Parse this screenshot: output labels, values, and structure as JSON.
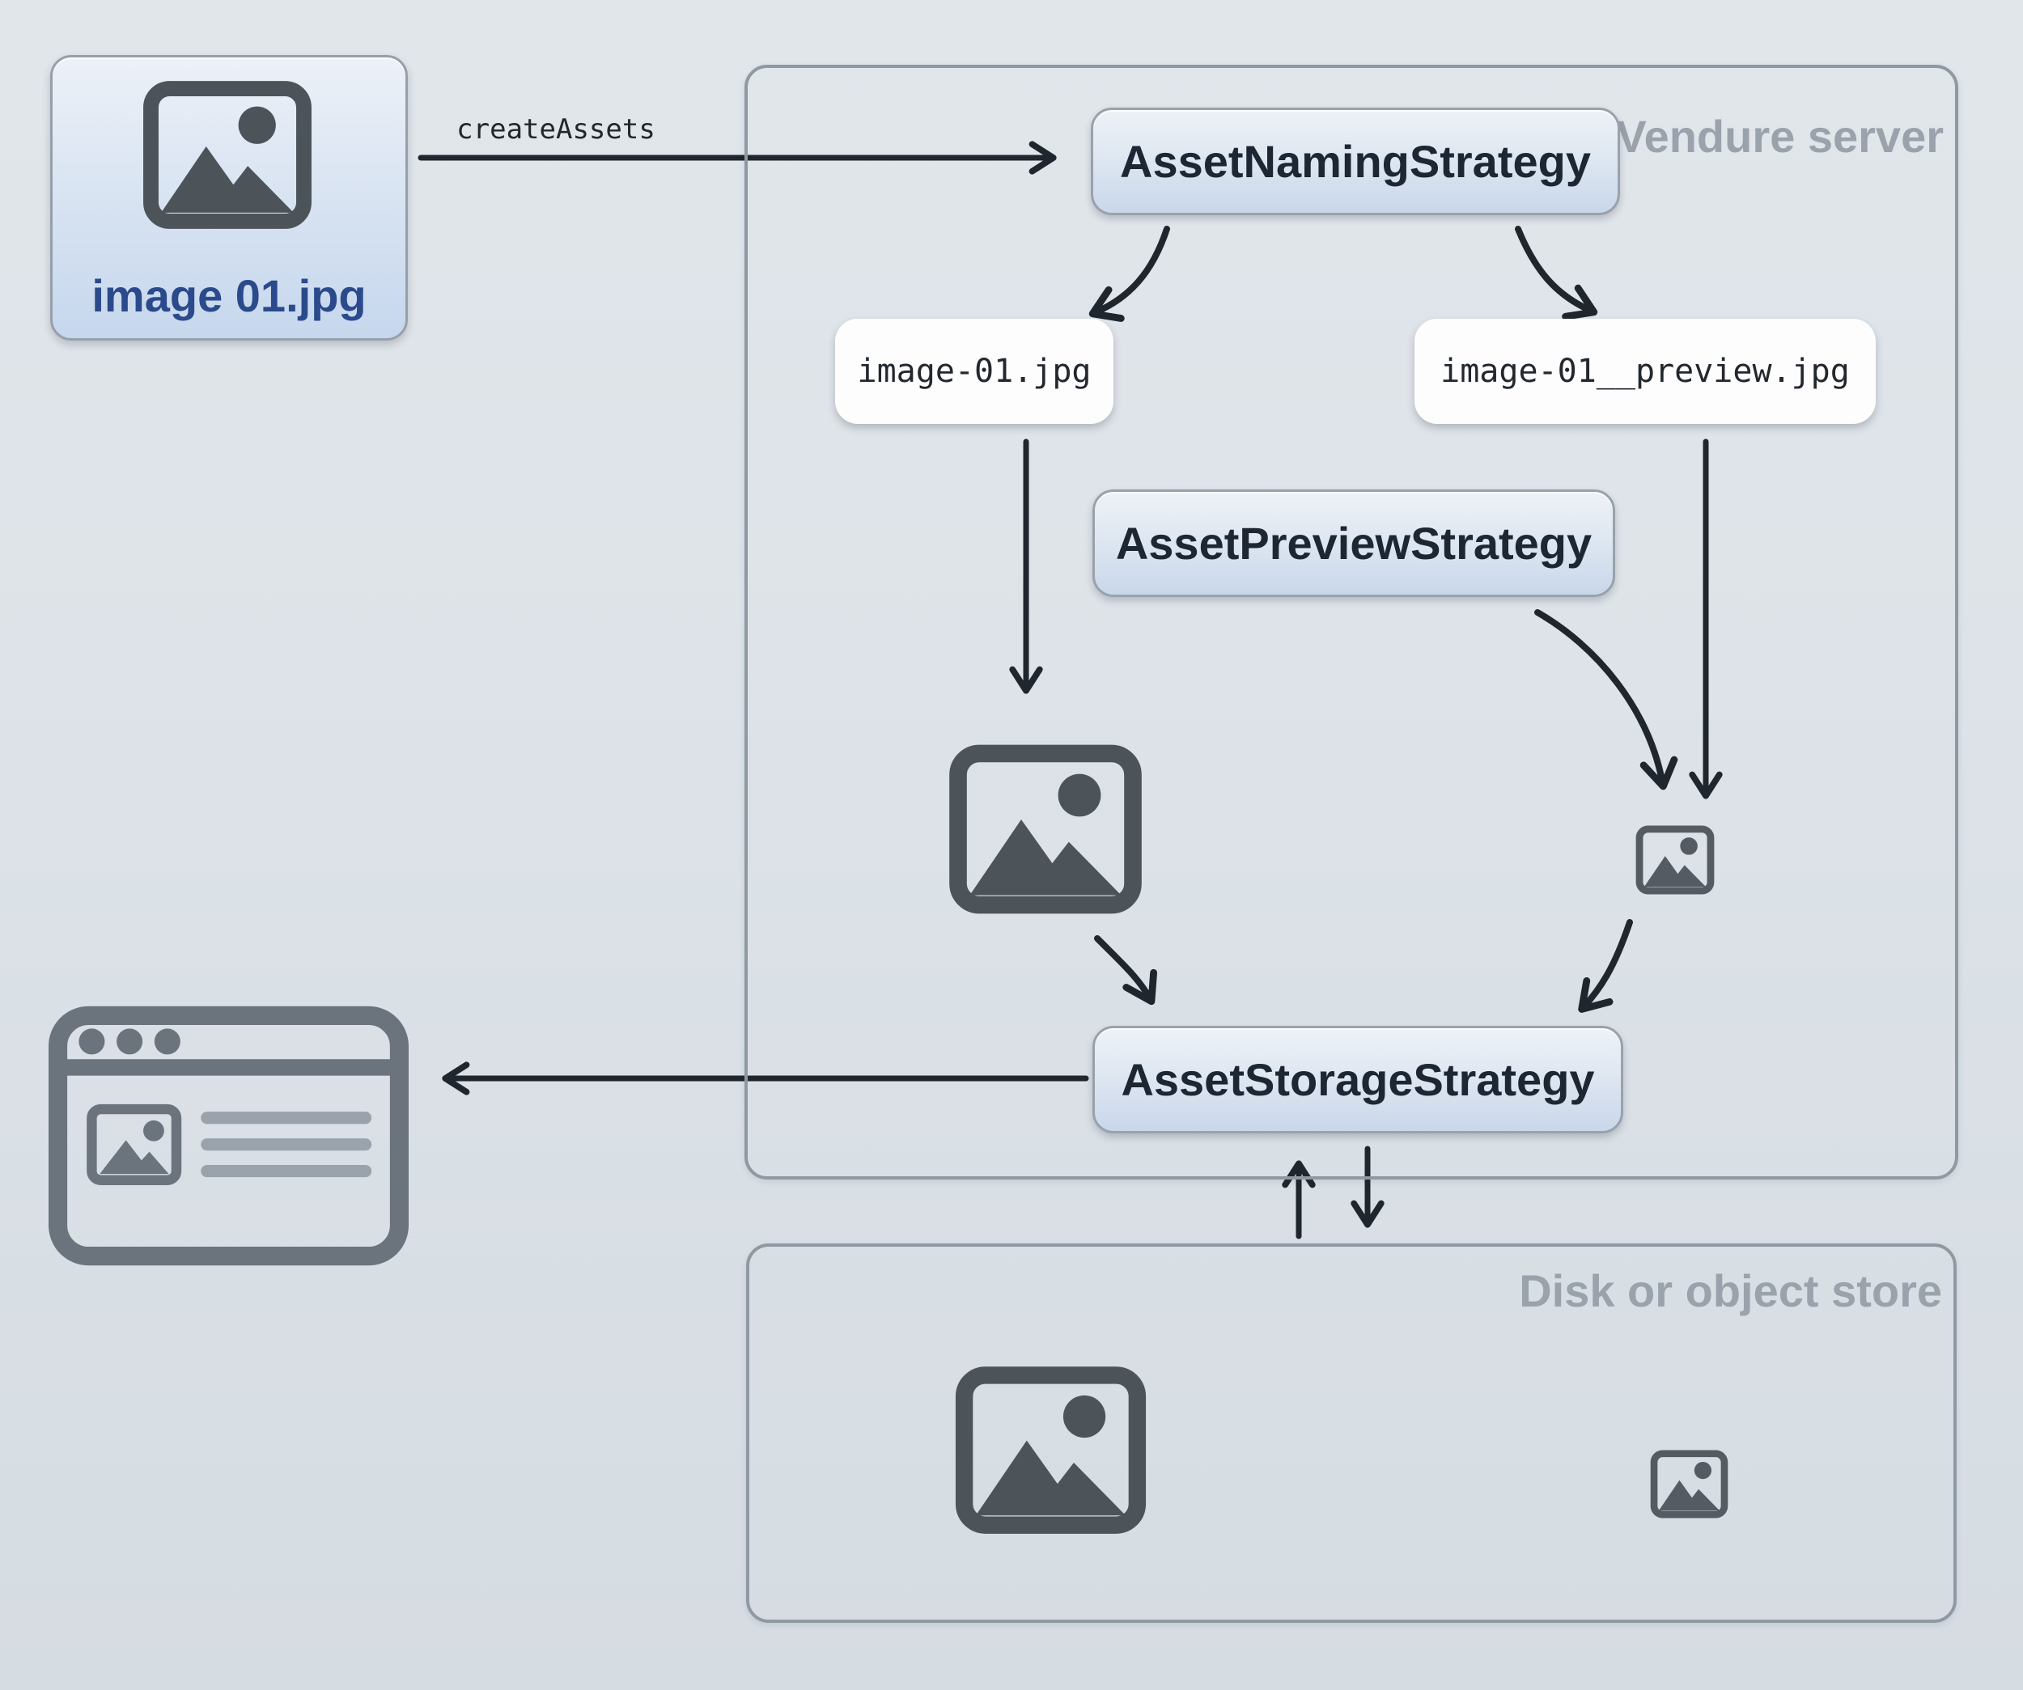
{
  "upload": {
    "file_label": "image 01.jpg",
    "action_label": "createAssets"
  },
  "vendure_server": {
    "title": "Vendure server",
    "naming_strategy_label": "AssetNamingStrategy",
    "preview_strategy_label": "AssetPreviewStrategy",
    "storage_strategy_label": "AssetStorageStrategy",
    "source_filename": "image-01.jpg",
    "preview_filename": "image-01__preview.jpg"
  },
  "disk_store": {
    "title": "Disk or object store"
  },
  "icons": {
    "uploaded_file": "image-icon",
    "stored_source": "image-icon-large",
    "stored_preview": "image-icon-small",
    "disk_source": "image-icon-large",
    "disk_preview": "image-icon-small",
    "storefront": "browser-window-icon"
  },
  "colors": {
    "background": "#dce2e7",
    "container_border": "#8f99a3",
    "node_fill_top": "#eef2f7",
    "node_fill_bottom": "#c9d7eb",
    "node_border": "#99a2ab",
    "node_text": "#1d2733",
    "pill_background": "#fdfdfe",
    "code_text": "#22282e",
    "section_title": "#9aa3ac",
    "file_label": "#2b4a8c",
    "icon_dark": "#4c5359",
    "icon_browser": "#6b747c",
    "arrow": "#20262d"
  }
}
